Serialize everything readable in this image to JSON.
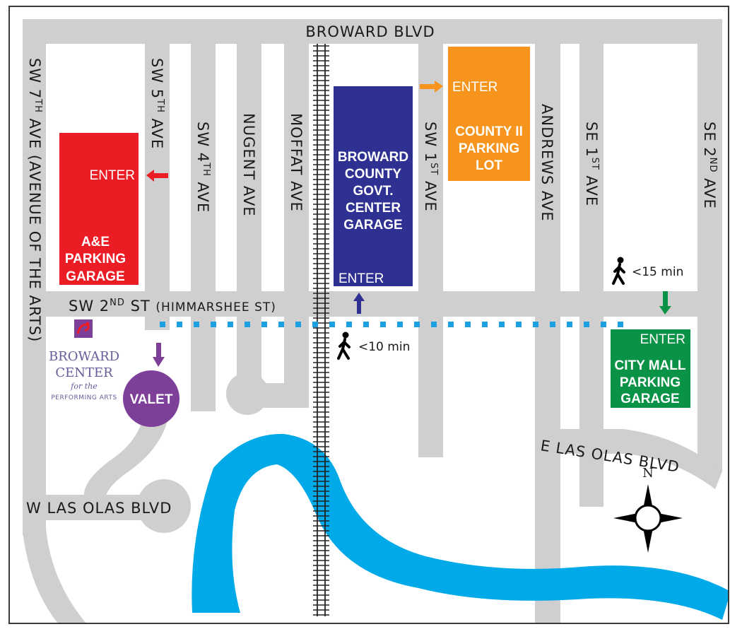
{
  "colors": {
    "road": "#cfcfcf",
    "river": "#00a9e8",
    "ae_garage": "#ec1c24",
    "broward_county_garage": "#2e3192",
    "county_ii_lot": "#f7941d",
    "city_mall_garage": "#0a9247",
    "valet": "#7e3f98",
    "walk_route": "#1ba1e2",
    "brand": "#6a5b9a"
  },
  "streets": {
    "broward_blvd": "BROWARD BLVD",
    "sw_7th_ave": {
      "pre": "SW 7",
      "sup": "TH",
      "post": " AVE (AVENUE OF THE ARTS)"
    },
    "sw_5th_ave": {
      "pre": "SW 5",
      "sup": "TH",
      "post": " AVE"
    },
    "sw_4th_ave": {
      "pre": "SW 4",
      "sup": "TH",
      "post": " AVE"
    },
    "nugent_ave": "NUGENT AVE",
    "moffat_ave": "MOFFAT AVE",
    "sw_1st_ave": {
      "pre": "SW 1",
      "sup": "ST",
      "post": " AVE"
    },
    "andrews_ave": "ANDREWS AVE",
    "se_1st_ave": {
      "pre": "SE 1",
      "sup": "ST",
      "post": " AVE"
    },
    "se_2nd_ave": {
      "pre": "SE 2",
      "sup": "ND",
      "post": " AVE"
    },
    "sw_2nd_st": {
      "pre": "SW 2",
      "sup": "ND",
      "post": " ST ",
      "paren": "(HIMMARSHEE ST)"
    },
    "w_las_olas": "W LAS OLAS BLVD",
    "e_las_olas": "E LAS OLAS BLVD"
  },
  "parking": {
    "ae": {
      "enter": "ENTER",
      "lines": [
        "A&E",
        "PARKING",
        "GARAGE"
      ]
    },
    "broward_county": {
      "enter": "ENTER",
      "lines": [
        "BROWARD",
        "COUNTY",
        "GOVT.",
        "CENTER",
        "GARAGE"
      ]
    },
    "county_ii": {
      "enter": "ENTER",
      "lines": [
        "COUNTY II",
        "PARKING",
        "LOT"
      ]
    },
    "city_mall": {
      "enter": "ENTER",
      "lines": [
        "CITY MALL",
        "PARKING",
        "GARAGE"
      ]
    },
    "valet": "VALET"
  },
  "walking": {
    "near": "<10 min",
    "far": "<15 min"
  },
  "venue": {
    "line1": "BROWARD",
    "line2": "CENTER",
    "line3": "for the",
    "line4": "PERFORMING ARTS"
  },
  "compass": {
    "north": "N"
  },
  "icons": [
    "walker-icon",
    "arrow-icon",
    "compass-rose-icon",
    "railroad-track",
    "broward-center-logo-icon"
  ]
}
